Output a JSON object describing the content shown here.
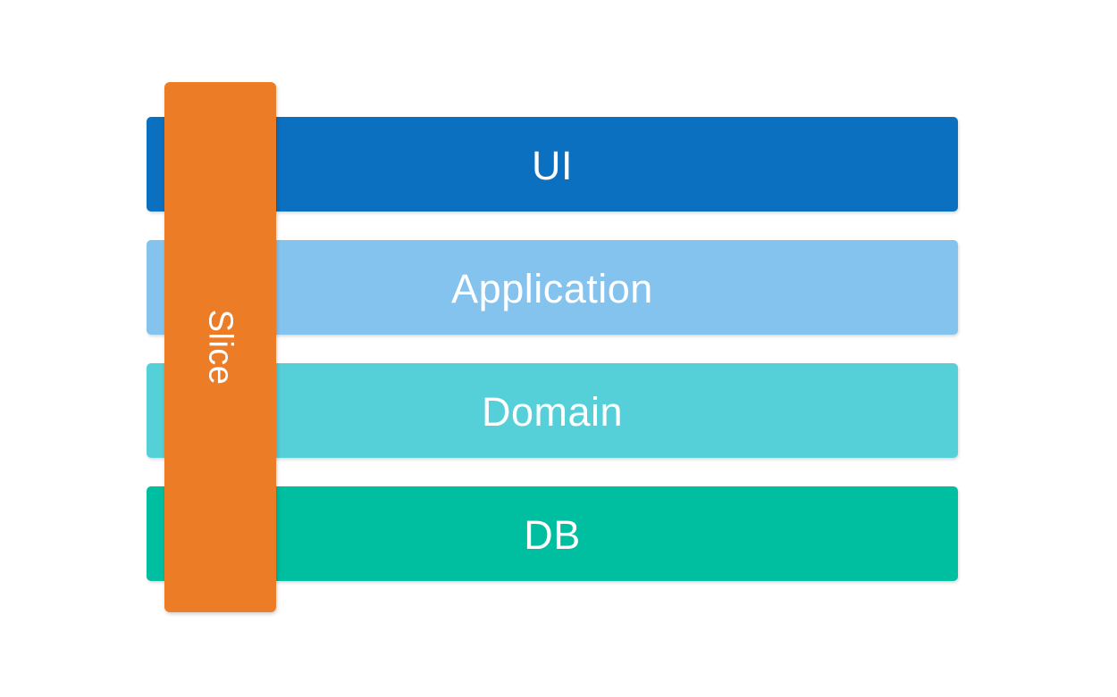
{
  "diagram": {
    "background_color": "#ffffff",
    "text_color": "#ffffff",
    "layers": [
      {
        "label": "UI",
        "color": "#0b70bf"
      },
      {
        "label": "Application",
        "color": "#85c3ef"
      },
      {
        "label": "Domain",
        "color": "#55cfd8"
      },
      {
        "label": "DB",
        "color": "#00bea0"
      }
    ],
    "slice": {
      "label": "Slice",
      "color": "#ec7c26",
      "orientation": "vertical"
    }
  }
}
